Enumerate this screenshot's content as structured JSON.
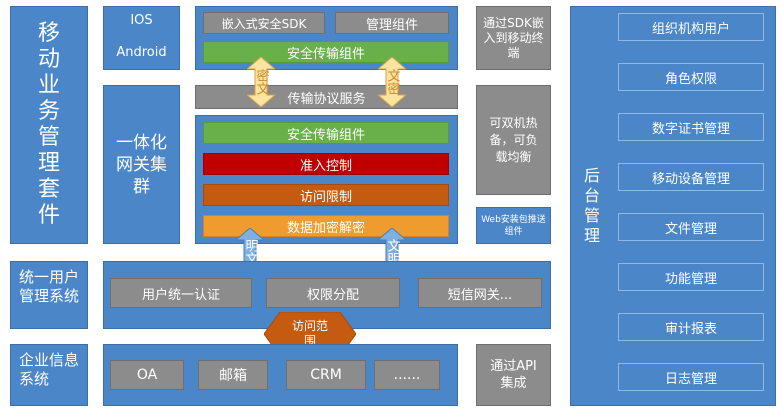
{
  "mobile_suite": {
    "label": "移动业务管理套件"
  },
  "os": {
    "ios": "IOS",
    "android": "Android"
  },
  "sdk_area": {
    "sdk": "嵌入式安全SDK",
    "mgmt": "管理组件",
    "secure": "安全传输组件"
  },
  "sdk_embed": {
    "label": "通过SDK嵌入到移动终端"
  },
  "transport": {
    "label": "传输协议服务"
  },
  "gateway_cluster": {
    "label": "一体化网关集群"
  },
  "gateway": {
    "secure": "安全传输组件",
    "access_control": "准入控制",
    "access_limit": "访问限制",
    "crypto": "数据加密解密"
  },
  "dual_hot": {
    "label": "可双机热备，可负载均衡"
  },
  "web_push": {
    "label": "Web安装包推送组件"
  },
  "arrows": {
    "cipher_left": "密文",
    "cipher_right": "文密",
    "plain_left": "明文",
    "plain_right": "文明"
  },
  "user_mgmt": {
    "label": "统一用户管理系统"
  },
  "user_items": [
    "用户统一认证",
    "权限分配",
    "短信网关..."
  ],
  "access_scope": {
    "label": "访问范围"
  },
  "enterprise": {
    "label": "企业信息系统"
  },
  "enterprise_items": [
    "OA",
    "邮箱",
    "CRM",
    "......"
  ],
  "api": {
    "label": "通过API集成"
  },
  "backend": {
    "label": "后台管理"
  },
  "backend_items": [
    "组织机构用户",
    "角色权限",
    "数字证书管理",
    "移动设备管理",
    "文件管理",
    "功能管理",
    "审计报表",
    "日志管理"
  ]
}
